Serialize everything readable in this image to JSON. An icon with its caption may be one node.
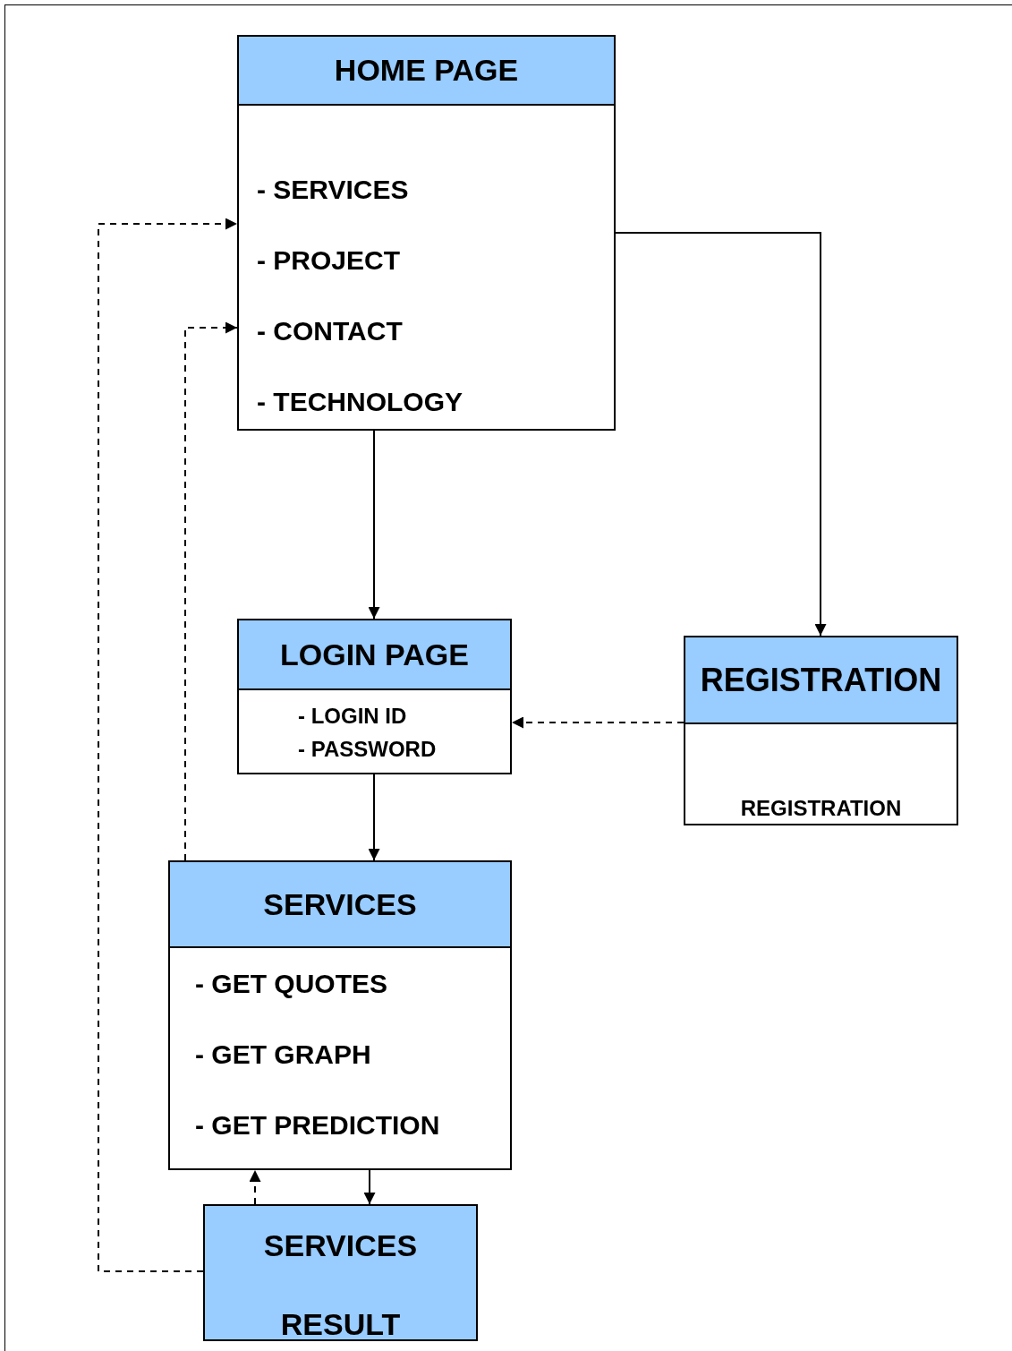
{
  "diagram": {
    "nodes": [
      {
        "text": [
          "HOME PAGE",
          "- SERVICES",
          "- PROJECT",
          "- CONTACT",
          "- TECHNOLOGY"
        ]
      },
      {
        "text": [
          "LOGIN PAGE",
          "- LOGIN ID",
          "- PASSWORD"
        ]
      },
      {
        "text": [
          "REGISTRATION",
          "REGISTRATION"
        ]
      },
      {
        "text": [
          "SERVICES",
          "- GET QUOTES",
          "- GET GRAPH",
          "- GET PREDICTION"
        ]
      },
      {
        "text": [
          "SERVICES RESULT"
        ]
      }
    ],
    "edges": [
      {
        "from": 0,
        "to": 1,
        "arrow": "to"
      },
      {
        "from": 0,
        "to": 2,
        "arrow": "to"
      },
      {
        "from": 2,
        "to": 1,
        "arrow": "to",
        "style": "dashed"
      },
      {
        "from": 1,
        "to": 3,
        "arrow": "to"
      },
      {
        "from": 3,
        "to": 4,
        "arrow": "to"
      },
      {
        "from": 4,
        "to": 3,
        "arrow": "to",
        "style": "dashed"
      },
      {
        "from": 3,
        "to": 0,
        "arrow": "to",
        "style": "dashed"
      },
      {
        "from": 4,
        "to": 0,
        "arrow": "to",
        "style": "dashed"
      }
    ]
  }
}
